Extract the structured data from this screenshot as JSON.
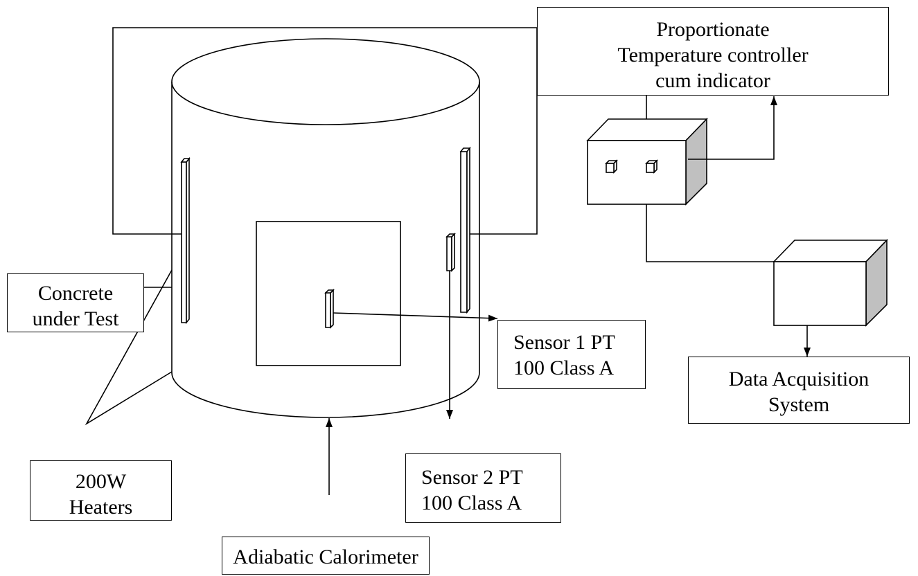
{
  "colors": {
    "line": "#000000",
    "shaded_face": "#c0c0c0"
  },
  "labels": {
    "temperature_controller": [
      "Proportionate",
      "Temperature controller",
      "cum indicator"
    ],
    "data_acquisition": [
      "Data Acquisition",
      "System"
    ],
    "sensor_1": [
      "Sensor 1 PT",
      "100 Class A"
    ],
    "sensor_2": [
      "Sensor 2 PT",
      "100 Class A"
    ],
    "concrete": [
      "Concrete",
      "under Test"
    ],
    "heaters": [
      "200W",
      "Heaters"
    ],
    "calorimeter": "Adiabatic Calorimeter"
  }
}
